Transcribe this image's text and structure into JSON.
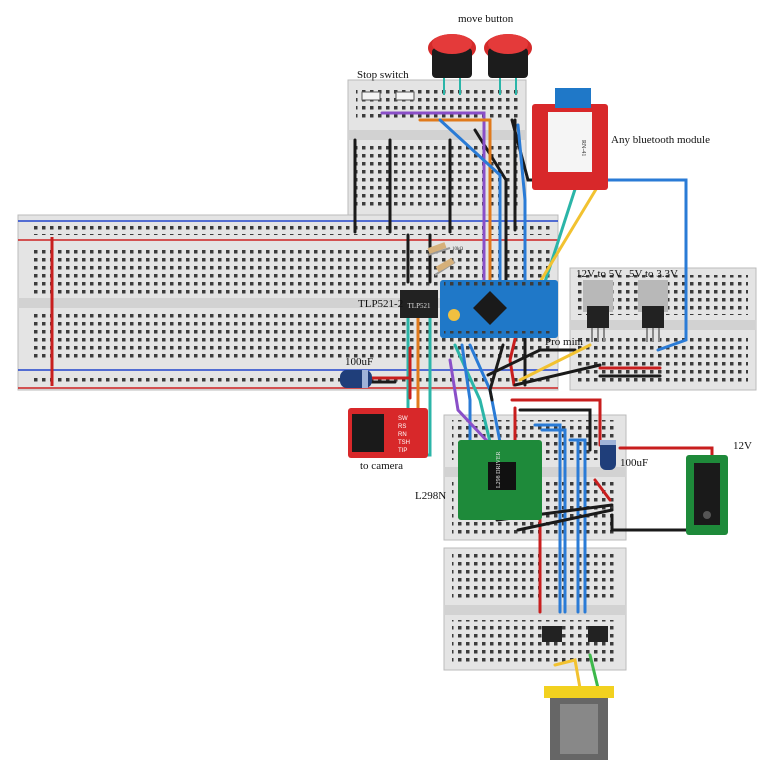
{
  "labels": {
    "move_button": "move button",
    "stop_switch": "Stop switch",
    "bluetooth": "Any bluetooth module",
    "tlp": "TLP521-2",
    "reg_12_5": "12V to 5V",
    "reg_5_33": "5V to 3.3V",
    "pro_mini": "Pro mini",
    "cap1": "100uF",
    "cap2": "100uF",
    "camera": "to camera",
    "l298n": "L298N",
    "v12": "12V"
  },
  "chip_text": {
    "tlp_chip": "TLP521",
    "bt_module": "RN-41",
    "l298_board": "L298 DRIVER",
    "jack_pins": [
      "SW",
      "RS",
      "RN",
      "TSH",
      "TIP"
    ],
    "resistor": "10kΩ"
  },
  "colors": {
    "breadboard": "#e6e6e6",
    "rail_red": "#cc2222",
    "rail_blue": "#2244cc",
    "wire_black": "#1a1a1a",
    "wire_blue": "#2a7bd6",
    "wire_red": "#c81e1e",
    "wire_teal": "#2bb5a8",
    "wire_purple": "#8a4fc8",
    "wire_orange": "#e07a1c",
    "wire_yellow": "#f2c230",
    "wire_green": "#3cb84a",
    "pcb_blue": "#1f78c8",
    "pcb_red": "#d8282a",
    "pcb_green": "#1e8a3a"
  }
}
